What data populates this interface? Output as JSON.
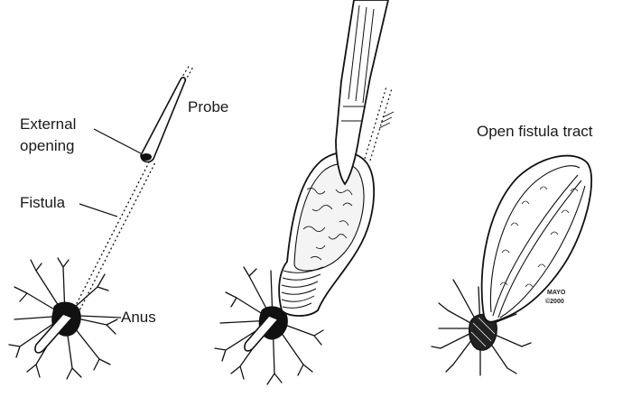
{
  "labels": {
    "probe": "Probe",
    "external_opening_1": "External",
    "external_opening_2": "opening",
    "fistula": "Fistula",
    "anus": "Anus",
    "open_tract": "Open fistula tract",
    "mayo_1": "MAYO",
    "mayo_2": "©2000"
  }
}
